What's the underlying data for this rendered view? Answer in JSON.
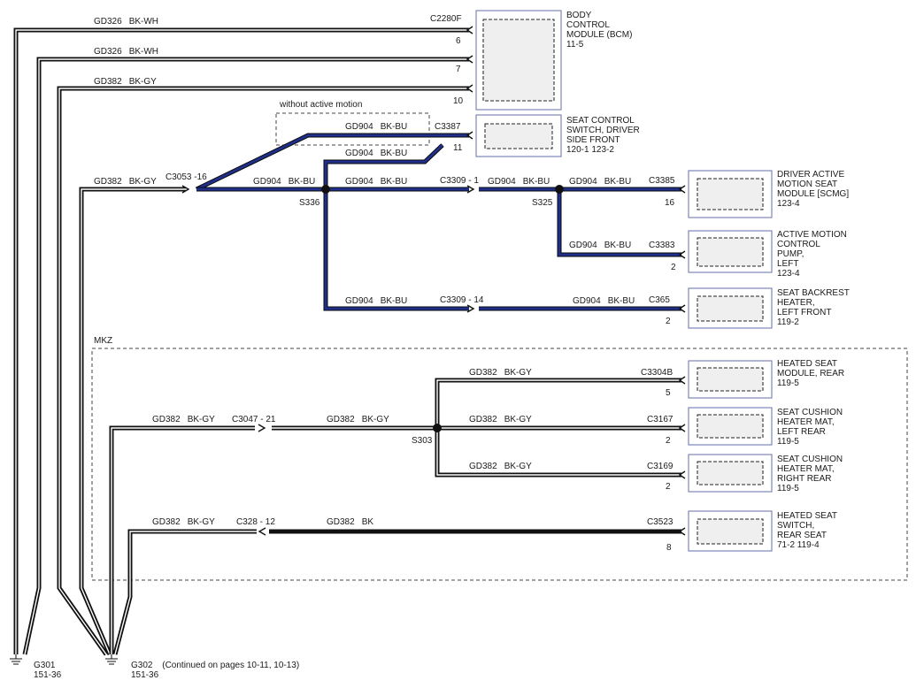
{
  "wires": {
    "w1": {
      "circuit": "GD326",
      "color": "BK-WH"
    },
    "w2": {
      "circuit": "GD326",
      "color": "BK-WH"
    },
    "w3": {
      "circuit": "GD382",
      "color": "BK-GY"
    },
    "w4": {
      "circuit": "GD382",
      "color": "BK-GY"
    },
    "bu1": {
      "circuit": "GD904",
      "color": "BK-BU"
    },
    "bu2": {
      "circuit": "GD904",
      "color": "BK-BU"
    },
    "bu3": {
      "circuit": "GD904",
      "color": "BK-BU"
    },
    "bu4": {
      "circuit": "GD904",
      "color": "BK-BU"
    },
    "bu5": {
      "circuit": "GD904",
      "color": "BK-BU"
    },
    "bu6": {
      "circuit": "GD904",
      "color": "BK-BU"
    },
    "bu7": {
      "circuit": "GD904",
      "color": "BK-BU"
    },
    "bu8": {
      "circuit": "GD904",
      "color": "BK-BU"
    },
    "bu9": {
      "circuit": "GD904",
      "color": "BK-BU"
    },
    "m1": {
      "circuit": "GD382",
      "color": "BK-GY"
    },
    "m2": {
      "circuit": "GD382",
      "color": "BK-GY"
    },
    "m3": {
      "circuit": "GD382",
      "color": "BK-GY"
    },
    "m4": {
      "circuit": "GD382",
      "color": "BK-GY"
    },
    "m5": {
      "circuit": "GD382",
      "color": "BK-GY"
    },
    "m6": {
      "circuit": "GD382",
      "color": "BK-GY"
    },
    "m7": {
      "circuit": "GD382",
      "color": "BK"
    }
  },
  "connectors": {
    "c2280f": "C2280F",
    "c2280f_pin1": "6",
    "c2280f_pin2": "7",
    "c2280f_pin3": "10",
    "c3387": "C3387",
    "c3387_pin": "11",
    "c3053": "C3053 -16",
    "c3309a": "C3309 - 1",
    "c3309b": "C3309 - 14",
    "c3385": "C3385",
    "c3385_pin": "16",
    "c3383": "C3383",
    "c3383_pin": "2",
    "c365": "C365",
    "c365_pin": "2",
    "c3047": "C3047 - 21",
    "c3304b": "C3304B",
    "c3304b_pin": "5",
    "c3167": "C3167",
    "c3167_pin": "2",
    "c3169": "C3169",
    "c3169_pin": "2",
    "c328": "C328 - 12",
    "c3523": "C3523",
    "c3523_pin": "8"
  },
  "splices": {
    "s336": "S336",
    "s325": "S325",
    "s303": "S303"
  },
  "option_labels": {
    "without_active_motion": "without active motion",
    "mkz": "MKZ"
  },
  "components": {
    "bcm": {
      "lines": [
        "BODY",
        "CONTROL",
        "MODULE (BCM)",
        "11-5"
      ]
    },
    "seat_switch": {
      "lines": [
        "SEAT CONTROL",
        "SWITCH, DRIVER",
        "SIDE FRONT",
        "120-1   123-2"
      ]
    },
    "scmg": {
      "lines": [
        "DRIVER ACTIVE",
        "MOTION SEAT",
        "MODULE [SCMG]",
        "123-4"
      ]
    },
    "pump": {
      "lines": [
        "ACTIVE MOTION",
        "CONTROL",
        "PUMP,",
        "LEFT",
        "123-4"
      ]
    },
    "backrest": {
      "lines": [
        "SEAT BACKREST",
        "HEATER,",
        "LEFT FRONT",
        "119-2"
      ]
    },
    "heated_rear": {
      "lines": [
        "HEATED SEAT",
        "MODULE, REAR",
        "119-5"
      ]
    },
    "cushion_left": {
      "lines": [
        "SEAT CUSHION",
        "HEATER MAT,",
        "LEFT REAR",
        "119-5"
      ]
    },
    "cushion_right": {
      "lines": [
        "SEAT CUSHION",
        "HEATER MAT,",
        "RIGHT REAR",
        "119-5"
      ]
    },
    "switch_rear": {
      "lines": [
        "HEATED SEAT",
        "SWITCH,",
        "REAR SEAT",
        "71-2    119-4"
      ]
    }
  },
  "grounds": {
    "g301": {
      "name": "G301",
      "ref": "151-36"
    },
    "g302": {
      "name": "G302",
      "note": "(Continued on pages 10-11, 10-13)",
      "ref": "151-36"
    }
  }
}
